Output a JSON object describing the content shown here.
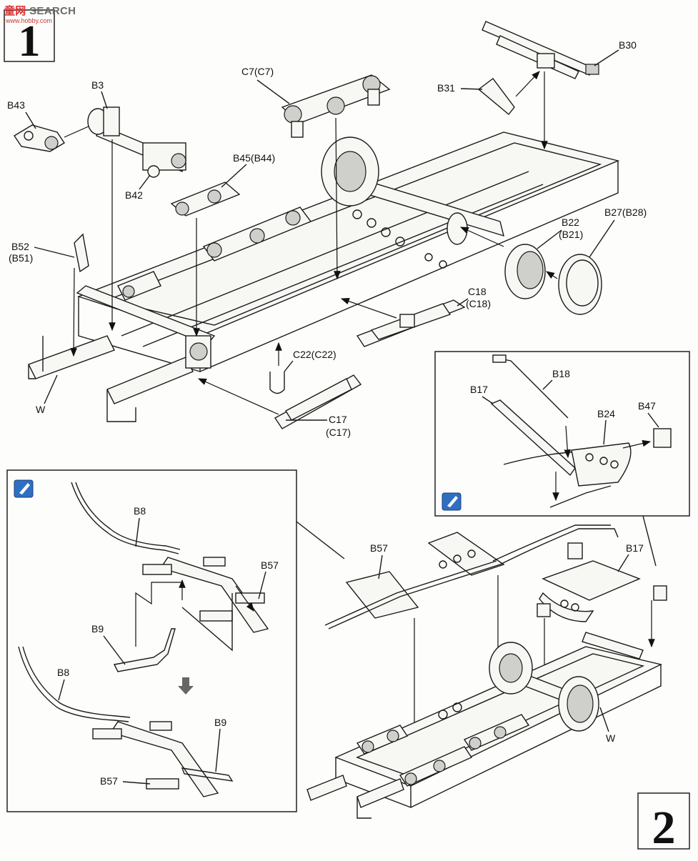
{
  "watermark": {
    "brand_accent": "童网",
    "brand": "SEARCH",
    "site": "www.hobby.com"
  },
  "steps": {
    "step1": "1",
    "step2": "2"
  },
  "labels": {
    "b43": "B43",
    "b3": "B3",
    "b42": "B42",
    "c7": "C7(C7)",
    "b45": "B45(B44)",
    "b31": "B31",
    "b30": "B30",
    "b52": "B52",
    "b51": "(B51)",
    "b22": "B22",
    "b21": "(B21)",
    "b27": "B27(B28)",
    "c18a": "C18",
    "c18b": "(C18)",
    "c22": "C22(C22)",
    "c17a": "C17",
    "c17b": "(C17)",
    "w1": "W",
    "b17a": "B17",
    "b18": "B18",
    "b24": "B24",
    "b47": "B47",
    "b8a": "B8",
    "b57a": "B57",
    "b9a": "B9",
    "b8b": "B8",
    "b9b": "B9",
    "b57b": "B57",
    "b57c": "B57",
    "b17b": "B17",
    "w2": "W"
  },
  "colors": {
    "paint_badge": "#2f6fc2",
    "accent": "#d33333"
  },
  "icons": {
    "paint": "paint-brush-icon",
    "down_arrow": "down-arrow-icon"
  }
}
